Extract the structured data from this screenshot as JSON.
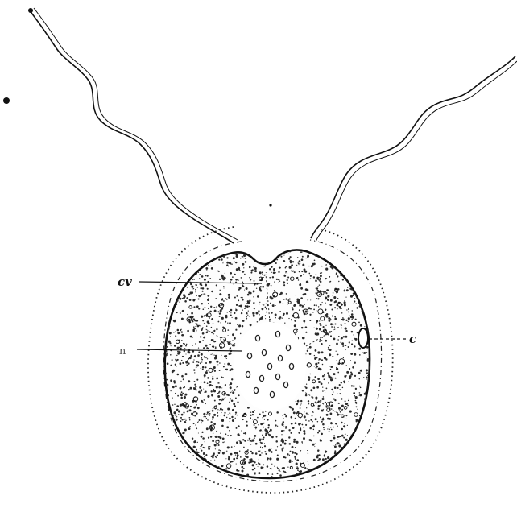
{
  "labels": {
    "cv": "cv",
    "nucleus": "n",
    "c": "c"
  },
  "colors": {
    "ink": "#111111",
    "stipple": "#2a2a2a",
    "background": "#ffffff"
  }
}
